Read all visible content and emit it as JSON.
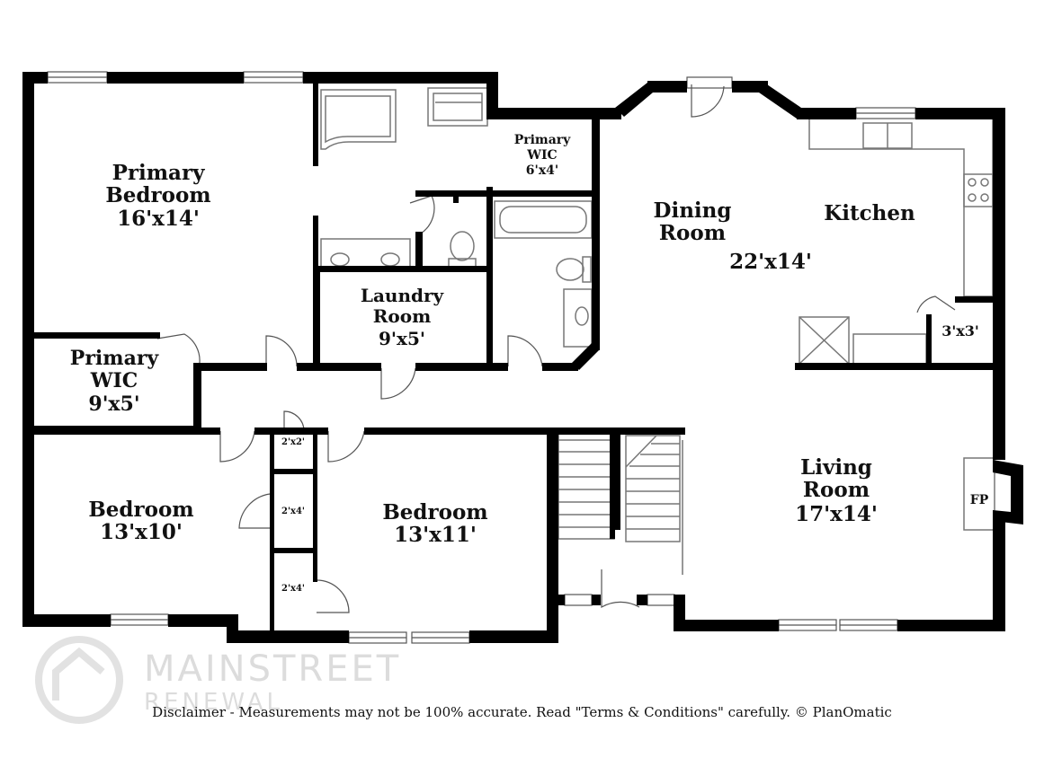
{
  "rooms": {
    "primary_bedroom": {
      "name_1": "Primary",
      "name_2": "Bedroom",
      "size": "16'x14'"
    },
    "primary_wic_upper": {
      "name_1": "Primary",
      "name_2": "WIC",
      "size": "6'x4'"
    },
    "primary_wic_left": {
      "name_1": "Primary",
      "name_2": "WIC",
      "size": "9'x5'"
    },
    "dining_room": {
      "name_1": "Dining",
      "name_2": "Room",
      "size": "22'x14'"
    },
    "kitchen": {
      "name_1": "Kitchen"
    },
    "laundry_room": {
      "name_1": "Laundry",
      "name_2": "Room",
      "size": "9'x5'"
    },
    "pantry": {
      "size": "3'x3'"
    },
    "bedroom_left": {
      "name_1": "Bedroom",
      "size": "13'x10'"
    },
    "bedroom_middle": {
      "name_1": "Bedroom",
      "size": "13'x11'"
    },
    "living_room": {
      "name_1": "Living",
      "name_2": "Room",
      "size": "17'x14'"
    },
    "fireplace": {
      "label": "FP"
    },
    "closet_a": {
      "size": "2'x2'"
    },
    "closet_b": {
      "size": "2'x4'"
    },
    "closet_c": {
      "size": "2'x4'"
    }
  },
  "watermark": {
    "line_1": "MAINSTREET",
    "line_2": "RENEWAL"
  },
  "disclaimer": "Disclaimer - Measurements may not be 100% accurate. Read \"Terms & Conditions\" carefully. © PlanOmatic"
}
